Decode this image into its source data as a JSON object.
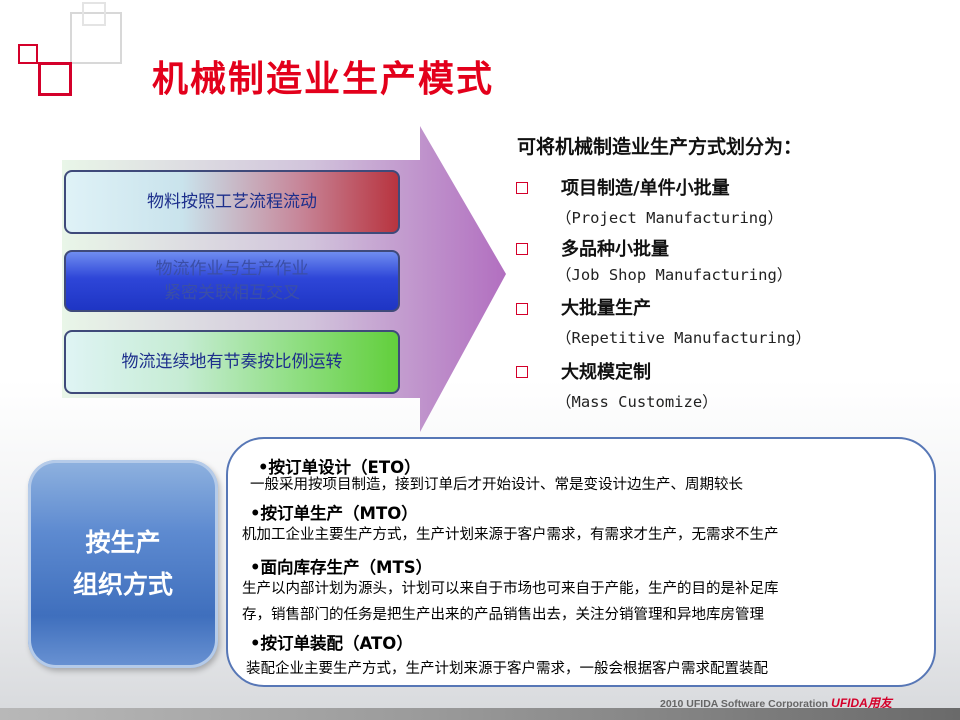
{
  "page": {
    "title": "机械制造业生产模式"
  },
  "process_boxes": [
    {
      "text": "物料按照工艺流程流动"
    },
    {
      "line1": "物流作业与生产作业",
      "line2": "紧密关联相互交叉"
    },
    {
      "text": "物流连续地有节奏按比例运转"
    }
  ],
  "classification": {
    "heading": "可将机械制造业生产方式划分为：",
    "items": [
      {
        "name": "项目制造/单件小批量",
        "english": "（Project Manufacturing）"
      },
      {
        "name": "多品种小批量",
        "english": "（Job Shop Manufacturing）"
      },
      {
        "name": "大批量生产",
        "english": "（Repetitive Manufacturing）"
      },
      {
        "name": "大规模定制",
        "english": "（Mass Customize）"
      }
    ]
  },
  "organization": {
    "label_line1": "按生产",
    "label_line2": "组织方式",
    "modes": [
      {
        "title": "•按订单设计（ETO）",
        "desc": "一般采用按项目制造，接到订单后才开始设计、常是变设计边生产、周期较长"
      },
      {
        "title": "•按订单生产（MTO）",
        "desc": "机加工企业主要生产方式，生产计划来源于客户需求，有需求才生产，无需求不生产"
      },
      {
        "title": "•面向库存生产（MTS）",
        "desc1": "生产以内部计划为源头，计划可以来自于市场也可来自于产能，生产的目的是补足库",
        "desc2": "存，销售部门的任务是把生产出来的产品销售出去，关注分销管理和异地库房管理"
      },
      {
        "title": "•按订单装配（ATO）",
        "desc": "装配企业主要生产方式，生产计划来源于客户需求，一般会根据客户需求配置装配"
      }
    ]
  },
  "footer": {
    "copyright": "2010 UFIDA Software Corporation",
    "brand": "UFIDA用友"
  },
  "colors": {
    "accent": "#e3001b",
    "frame": "#5777b6"
  }
}
